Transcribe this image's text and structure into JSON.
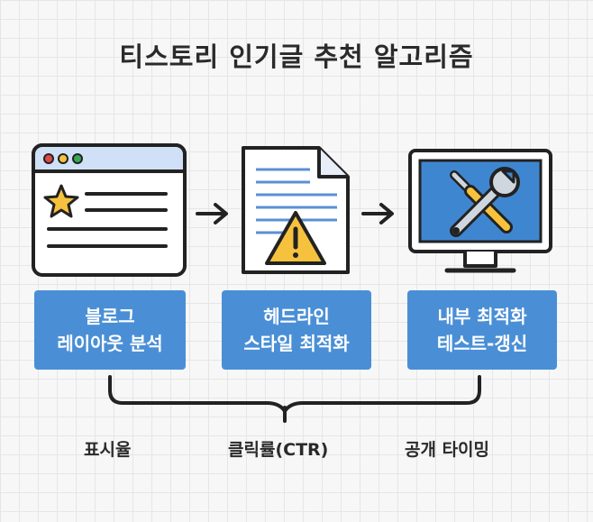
{
  "title": "티스토리 인기글 추천 알고리즘",
  "steps": [
    {
      "line1": "블로그",
      "line2": "레이아웃 분석",
      "icon": "browser-star-icon"
    },
    {
      "line1": "헤드라인",
      "line2": "스타일 최적화",
      "icon": "document-warning-icon"
    },
    {
      "line1": "내부 최적화",
      "line2": "테스트-갱신",
      "icon": "monitor-tools-icon"
    }
  ],
  "metrics": [
    "표시율",
    "클릭률(CTR)",
    "공개 타이밍"
  ],
  "colors": {
    "box": "#4a8fd6",
    "icon_fill": "#cfe0f7",
    "screen": "#3f86d0",
    "star": "#f6c23e",
    "warning": "#f6c23e",
    "text_lines": "#5b8fd6"
  }
}
